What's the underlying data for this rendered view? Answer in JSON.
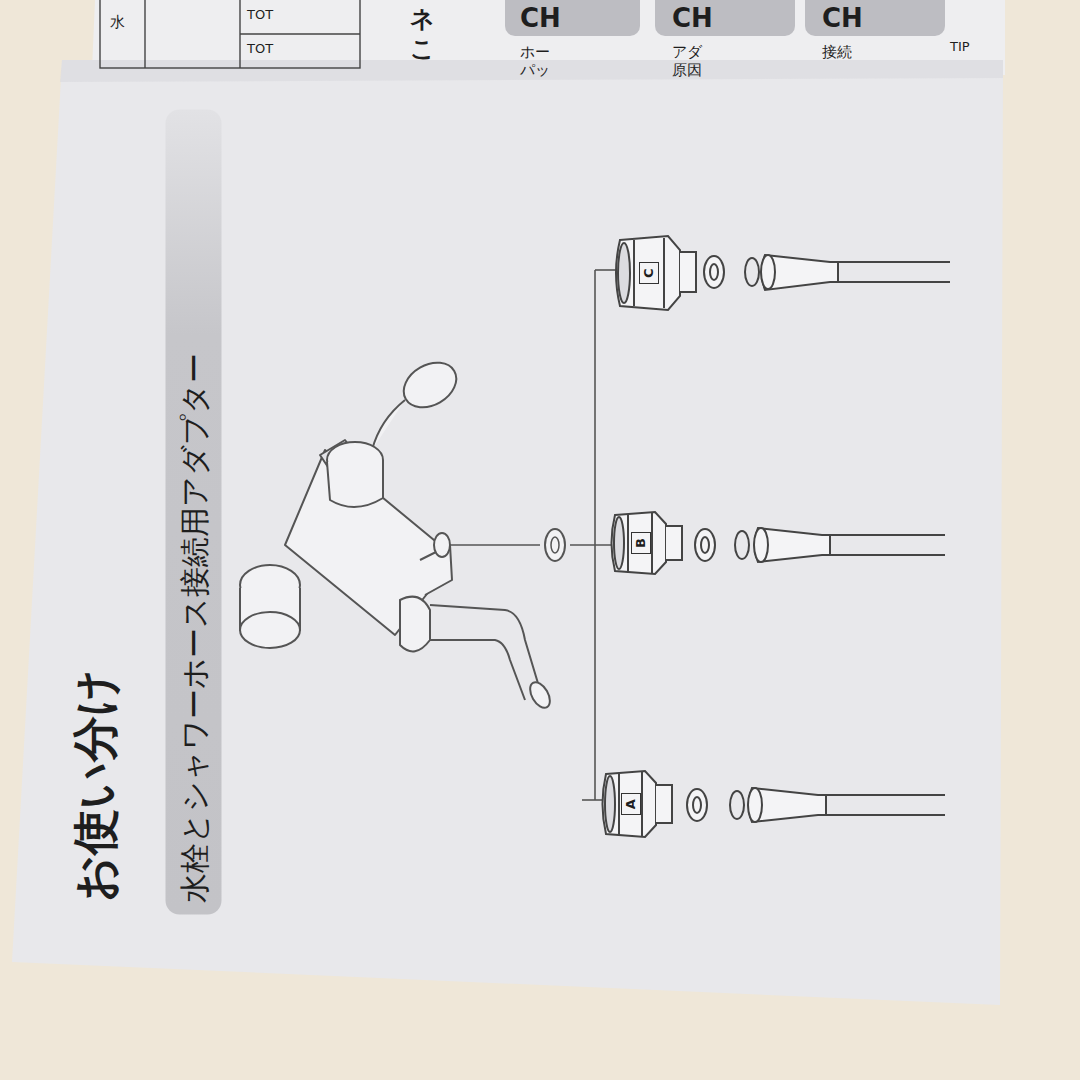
{
  "diagram": {
    "title": "お使い分け",
    "nodes": [
      {
        "text": [
          "水栓とシャワーホース接続用アダプター"
        ]
      },
      {
        "text": [
          "A"
        ]
      },
      {
        "text": [
          "B"
        ]
      },
      {
        "text": [
          "C"
        ]
      }
    ],
    "labels": [
      "水",
      "TOT",
      "TOT",
      "ネ",
      "こ",
      "CH",
      "ホー",
      "パッ",
      "CH",
      "アダ",
      "原因",
      "CH",
      "接続",
      "TIP"
    ]
  }
}
